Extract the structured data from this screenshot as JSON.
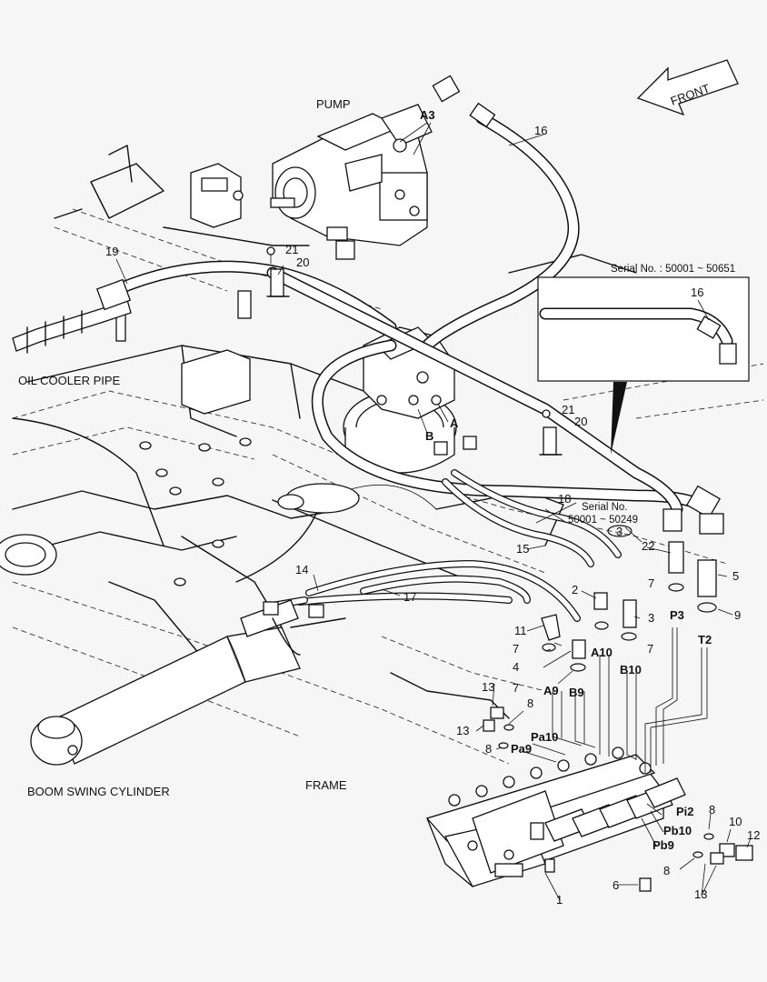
{
  "labels": {
    "pump": "PUMP",
    "front": "FRONT",
    "oil_cooler_pipe": "OIL COOLER PIPE",
    "boom_swing_cylinder": "BOOM SWING CYLINDER",
    "frame": "FRAME",
    "serial_inset": "Serial No. : 50001 ~ 50651",
    "serial_no": "Serial No.",
    "serial_range": "50001 ~ 50249"
  },
  "ports": {
    "A3": "A3",
    "A": "A",
    "B": "B",
    "A9": "A9",
    "B9": "B9",
    "A10": "A10",
    "B10": "B10",
    "P3": "P3",
    "T2": "T2",
    "Pa10": "Pa10",
    "Pa9": "Pa9",
    "Pi2": "Pi2",
    "Pb10": "Pb10",
    "Pb9": "Pb9"
  },
  "callouts": {
    "n1": "1",
    "n2": "2",
    "n3": "3",
    "n3c": "3",
    "n4": "4",
    "n5": "5",
    "n6": "6",
    "n7a": "7",
    "n7b": "7",
    "n7c": "7",
    "n7d": "7",
    "n7e": "7",
    "n8a": "8",
    "n8b": "8",
    "n8c": "8",
    "n8d": "8",
    "n9": "9",
    "n10": "10",
    "n11": "11",
    "n12": "12",
    "n13a": "13",
    "n13b": "13",
    "n13c": "13",
    "n14": "14",
    "n15": "15",
    "n16": "16",
    "n16i": "16",
    "n17": "17",
    "n18": "18",
    "n19": "19",
    "n20a": "20",
    "n20b": "20",
    "n21a": "21",
    "n21b": "21",
    "n22": "22"
  }
}
